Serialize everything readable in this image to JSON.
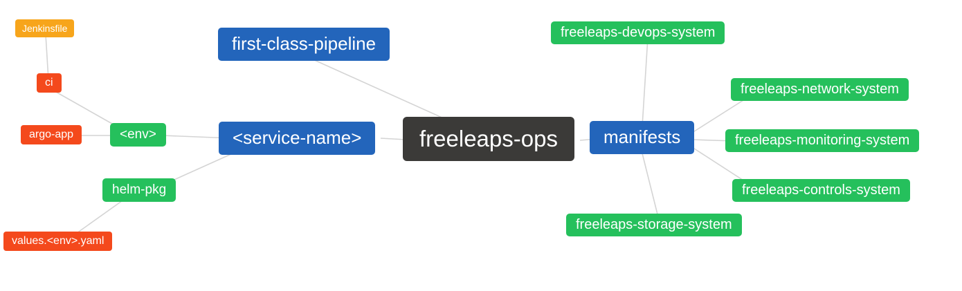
{
  "diagram": {
    "title": "freeleaps-ops mind map",
    "palette": {
      "blue": "#2365bb",
      "green": "#25c05c",
      "red": "#f4491c",
      "orange": "#f7a51b",
      "dark": "#3b3a38",
      "edge": "#d4d4d4"
    },
    "nodes": [
      {
        "id": "jenkinsfile",
        "label": "Jenkinsfile",
        "color": "#f7a51b"
      },
      {
        "id": "ci",
        "label": "ci",
        "color": "#f4491c"
      },
      {
        "id": "argo-app",
        "label": "argo-app",
        "color": "#f4491c"
      },
      {
        "id": "env",
        "label": "<env>",
        "color": "#25c05c"
      },
      {
        "id": "helm-pkg",
        "label": "helm-pkg",
        "color": "#25c05c"
      },
      {
        "id": "values-env-yaml",
        "label": "values.<env>.yaml",
        "color": "#f4491c"
      },
      {
        "id": "service-name",
        "label": "<service-name>",
        "color": "#2365bb"
      },
      {
        "id": "first-class-pipeline",
        "label": "first-class-pipeline",
        "color": "#2365bb"
      },
      {
        "id": "freeleaps-ops",
        "label": "freeleaps-ops",
        "color": "#3b3a38"
      },
      {
        "id": "manifests",
        "label": "manifests",
        "color": "#2365bb"
      },
      {
        "id": "devops-system",
        "label": "freeleaps-devops-system",
        "color": "#25c05c"
      },
      {
        "id": "network-system",
        "label": "freeleaps-network-system",
        "color": "#25c05c"
      },
      {
        "id": "monitoring-system",
        "label": "freeleaps-monitoring-system",
        "color": "#25c05c"
      },
      {
        "id": "controls-system",
        "label": "freeleaps-controls-system",
        "color": "#25c05c"
      },
      {
        "id": "storage-system",
        "label": "freeleaps-storage-system",
        "color": "#25c05c"
      }
    ],
    "edges": [
      {
        "from": "jenkinsfile",
        "to": "ci"
      },
      {
        "from": "ci",
        "to": "env"
      },
      {
        "from": "argo-app",
        "to": "env"
      },
      {
        "from": "env",
        "to": "service-name"
      },
      {
        "from": "helm-pkg",
        "to": "service-name"
      },
      {
        "from": "values-env-yaml",
        "to": "helm-pkg"
      },
      {
        "from": "service-name",
        "to": "freeleaps-ops"
      },
      {
        "from": "first-class-pipeline",
        "to": "freeleaps-ops"
      },
      {
        "from": "freeleaps-ops",
        "to": "manifests"
      },
      {
        "from": "manifests",
        "to": "devops-system"
      },
      {
        "from": "manifests",
        "to": "network-system"
      },
      {
        "from": "manifests",
        "to": "monitoring-system"
      },
      {
        "from": "manifests",
        "to": "controls-system"
      },
      {
        "from": "manifests",
        "to": "storage-system"
      }
    ]
  }
}
